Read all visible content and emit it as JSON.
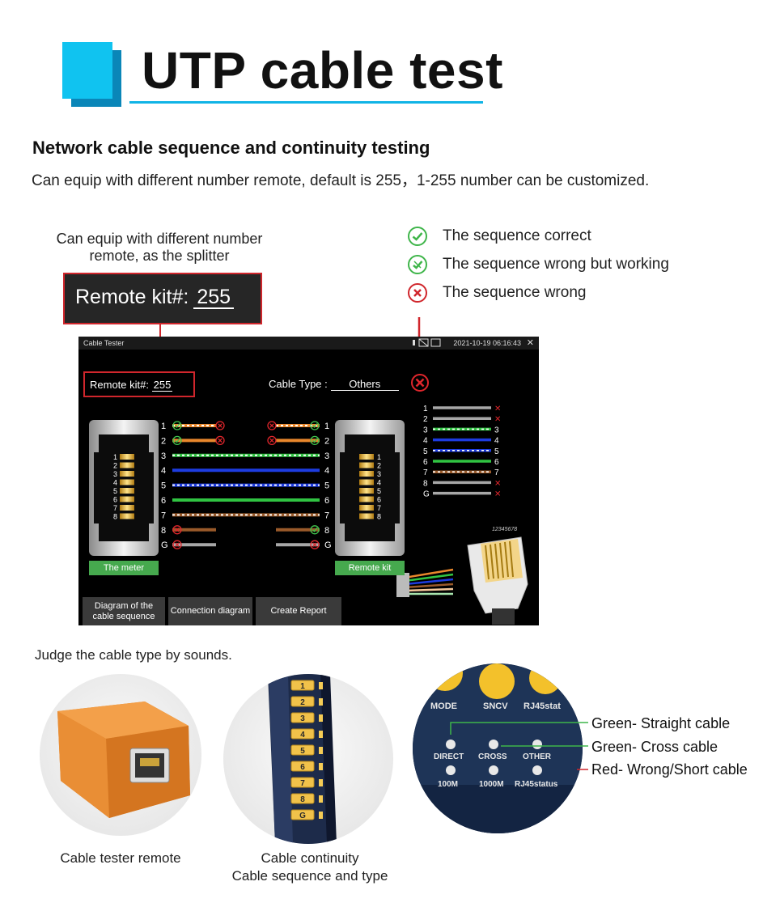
{
  "header": {
    "title": "UTP cable test"
  },
  "intro": {
    "heading": "Network cable sequence and continuity testing",
    "text": "Can equip with different number remote, default is 255，1-255 number can be customized."
  },
  "splitter_note": {
    "line1": "Can equip with different number",
    "line2": "remote, as the splitter"
  },
  "remote_callout": {
    "label": "Remote kit#:",
    "value": "255"
  },
  "legend": [
    {
      "icon": "check-circle-icon",
      "label": "The sequence correct"
    },
    {
      "icon": "half-check-circle-icon",
      "label": "The sequence wrong but working"
    },
    {
      "icon": "cross-circle-icon",
      "label": "The sequence wrong"
    }
  ],
  "screen": {
    "app_title": "Cable Tester",
    "datetime": "2021-10-19 06:16:43",
    "remote_label": "Remote kit#:",
    "remote_value": "255",
    "cable_type_label": "Cable Type :",
    "cable_type_value": "Others",
    "meter_button": "The meter",
    "remote_button": "Remote kit",
    "tabs": [
      "Diagram of the\ncable sequence",
      "Connection diagram",
      "Create Report"
    ],
    "pin_labels": [
      "1",
      "2",
      "3",
      "4",
      "5",
      "6",
      "7",
      "8",
      "G"
    ],
    "connector_pins": [
      "1",
      "2",
      "3",
      "4",
      "5",
      "6",
      "7",
      "8"
    ],
    "plug_number": "12345678",
    "colors": {
      "orange": "#e8872c",
      "orange_white": "#f3c79a",
      "green": "#30c342",
      "blue": "#1d3ce0",
      "brown": "#9a5a2a",
      "gray": "#a7a7a7",
      "ok": "#3fc24c",
      "error": "#e0262c"
    }
  },
  "sounds": {
    "text": "Judge the cable type by sounds."
  },
  "tester_panel": {
    "top_labels": [
      "MODE",
      "SNCV",
      "RJ45stat"
    ],
    "mid_labels": [
      "DIRECT",
      "CROSS",
      "OTHER"
    ],
    "low_labels": [
      "100M",
      "1000M",
      "RJ45status"
    ],
    "strip_numbers": [
      "1",
      "2",
      "3",
      "4",
      "5",
      "6",
      "7",
      "8",
      "G"
    ]
  },
  "led_legend": [
    {
      "label": "Green- Straight cable"
    },
    {
      "label": "Green- Cross cable"
    },
    {
      "label": "Red- Wrong/Short cable"
    }
  ],
  "captions": {
    "remote": "Cable tester remote",
    "continuity_1": "Cable continuity",
    "continuity_2": "Cable sequence and type"
  }
}
